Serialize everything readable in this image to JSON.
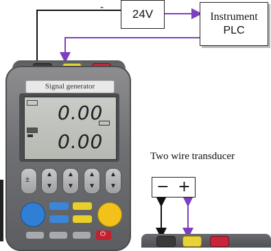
{
  "supply": {
    "label": "24V",
    "minus_sign": "-"
  },
  "instrument": {
    "line1": "Instrument",
    "line2": "PLC"
  },
  "device": {
    "brand": "Signal generator",
    "lcd": {
      "reading_top": "0.00",
      "reading_bottom": "0.00"
    }
  },
  "transducer": {
    "label": "Two wire transducer",
    "minus": "−",
    "plus": "+"
  },
  "colors": {
    "wire_black": "#111111",
    "wire_purple": "#7b3fbf"
  }
}
